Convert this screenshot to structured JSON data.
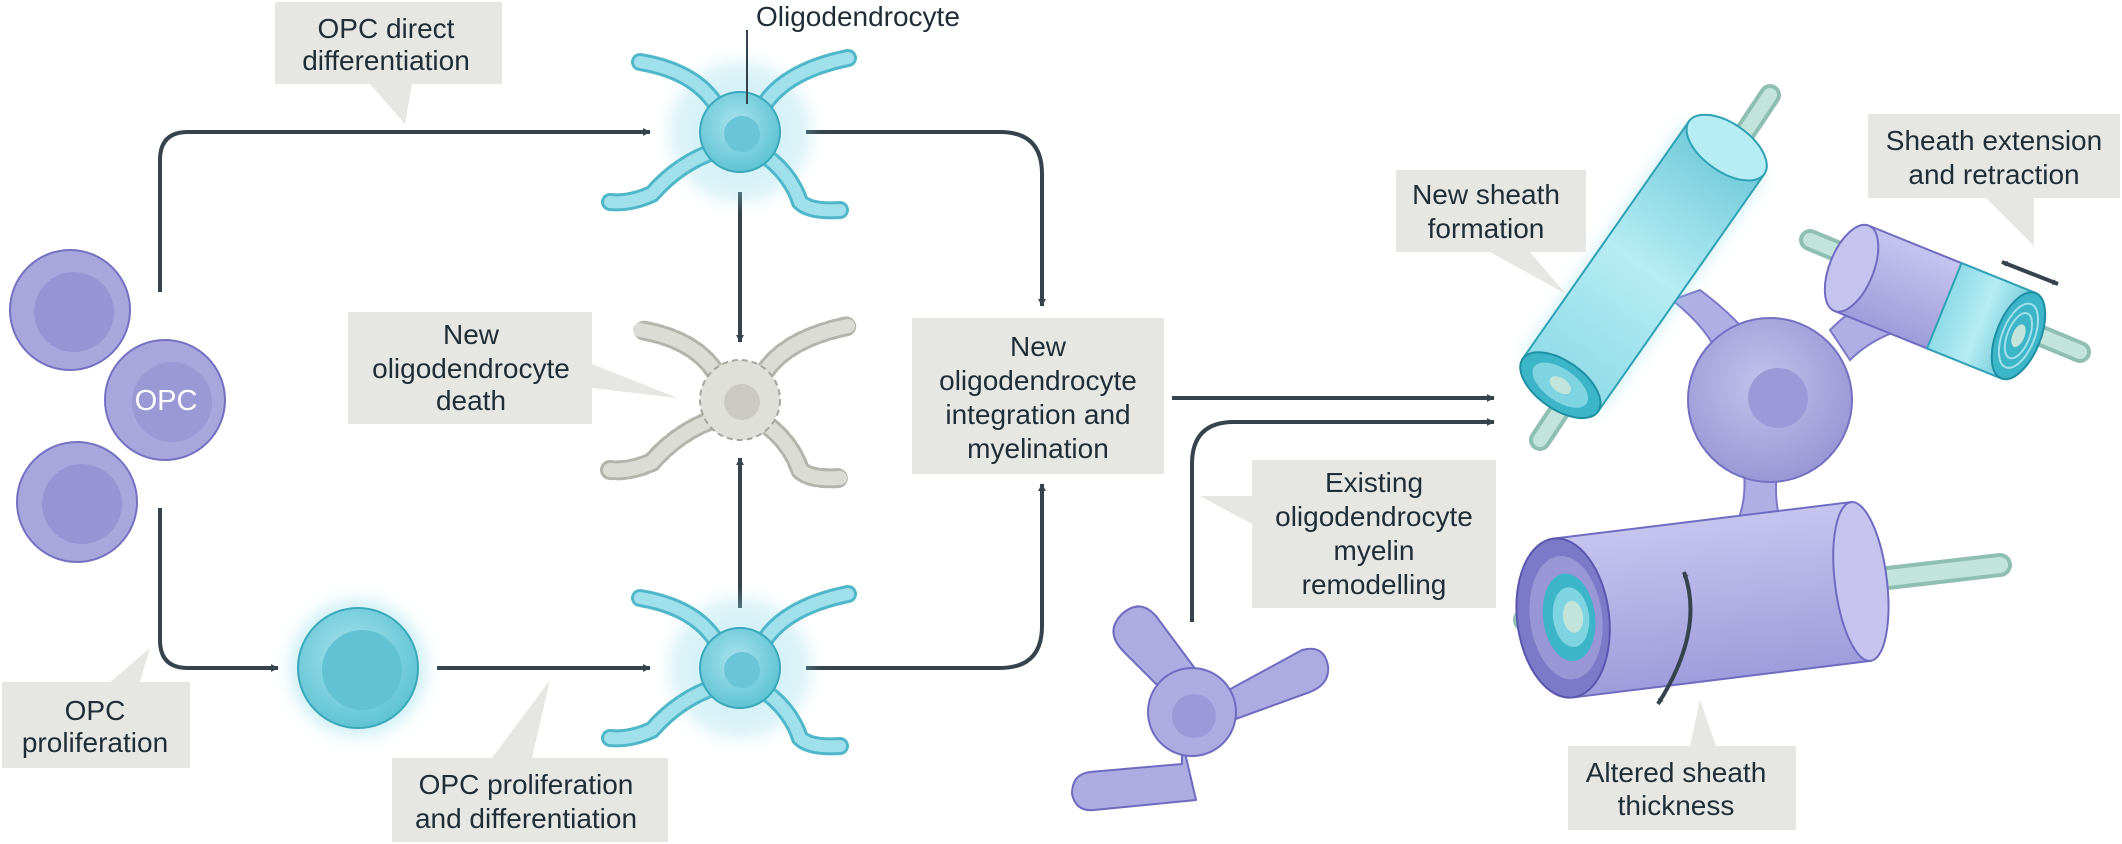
{
  "labels": {
    "opc_direct": [
      "OPC direct",
      "differentiation"
    ],
    "oligodendrocyte": "Oligodendrocyte",
    "new_death": [
      "New",
      "oligodendrocyte",
      "death"
    ],
    "integration": [
      "New",
      "oligodendrocyte",
      "integration and",
      "myelination"
    ],
    "opc_cell": "OPC",
    "opc_proliferation": [
      "OPC",
      "proliferation"
    ],
    "opc_prolif_diff": [
      "OPC proliferation",
      "and differentiation"
    ],
    "existing": [
      "Existing",
      "oligodendrocyte",
      "myelin",
      "remodelling"
    ],
    "new_sheath": [
      "New sheath",
      "formation"
    ],
    "sheath_ext": [
      "Sheath extension",
      "and retraction"
    ],
    "altered": [
      "Altered sheath",
      "thickness"
    ]
  },
  "colors": {
    "arrow": "#35434d",
    "label_bg": "#e6e6e2",
    "opc_purple": "#a9a6dd",
    "cyan": "#79d0de",
    "dead_grey": "#dcdcd6",
    "myelin_purple": "#b7b4e6",
    "axon": "#b9ddd3"
  }
}
